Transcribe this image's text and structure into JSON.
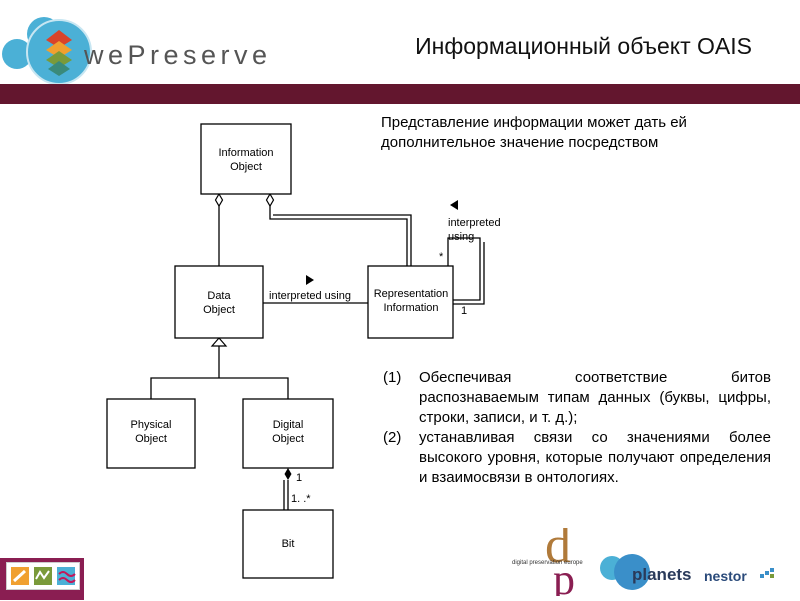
{
  "header": {
    "logo_text": "wePreserve",
    "title": "Информационный объект OAIS"
  },
  "intro_text": "Представление информации может дать ей дополнительное значение посредством",
  "diagram": {
    "nodes": {
      "information_object": [
        "Information",
        "Object"
      ],
      "data_object": [
        "Data",
        "Object"
      ],
      "representation_information": [
        "Representation",
        "Information"
      ],
      "physical_object": [
        "Physical",
        "Object"
      ],
      "digital_object": [
        "Digital",
        "Object"
      ],
      "bit": [
        "Bit"
      ]
    },
    "labels": {
      "interpreted_using": "interpreted using",
      "interpreted_using_self": [
        "interpreted",
        "using"
      ],
      "star": "*",
      "one_self": "1",
      "one_digital": "1",
      "one_to_many": "1. .*"
    }
  },
  "points": [
    {
      "num": "(1)",
      "text": "Обеспечивая соответствие битов распознаваемым типам данных (буквы, цифры, строки, записи, и т. д.);"
    },
    {
      "num": "(2)",
      "text": "устанавливая связи со значениями более высокого уровня, которые получают определения и взаимосвязи в онтологиях."
    }
  ],
  "partners": {
    "dpe_text": "digital preservation europe",
    "planets": "planets",
    "nestor": "nestor"
  },
  "colors": {
    "band": "#63162e",
    "logo_circle": "#4bb0d6",
    "logo_green": "#7a9a3a",
    "planets_blue": "#3a8fc9"
  }
}
